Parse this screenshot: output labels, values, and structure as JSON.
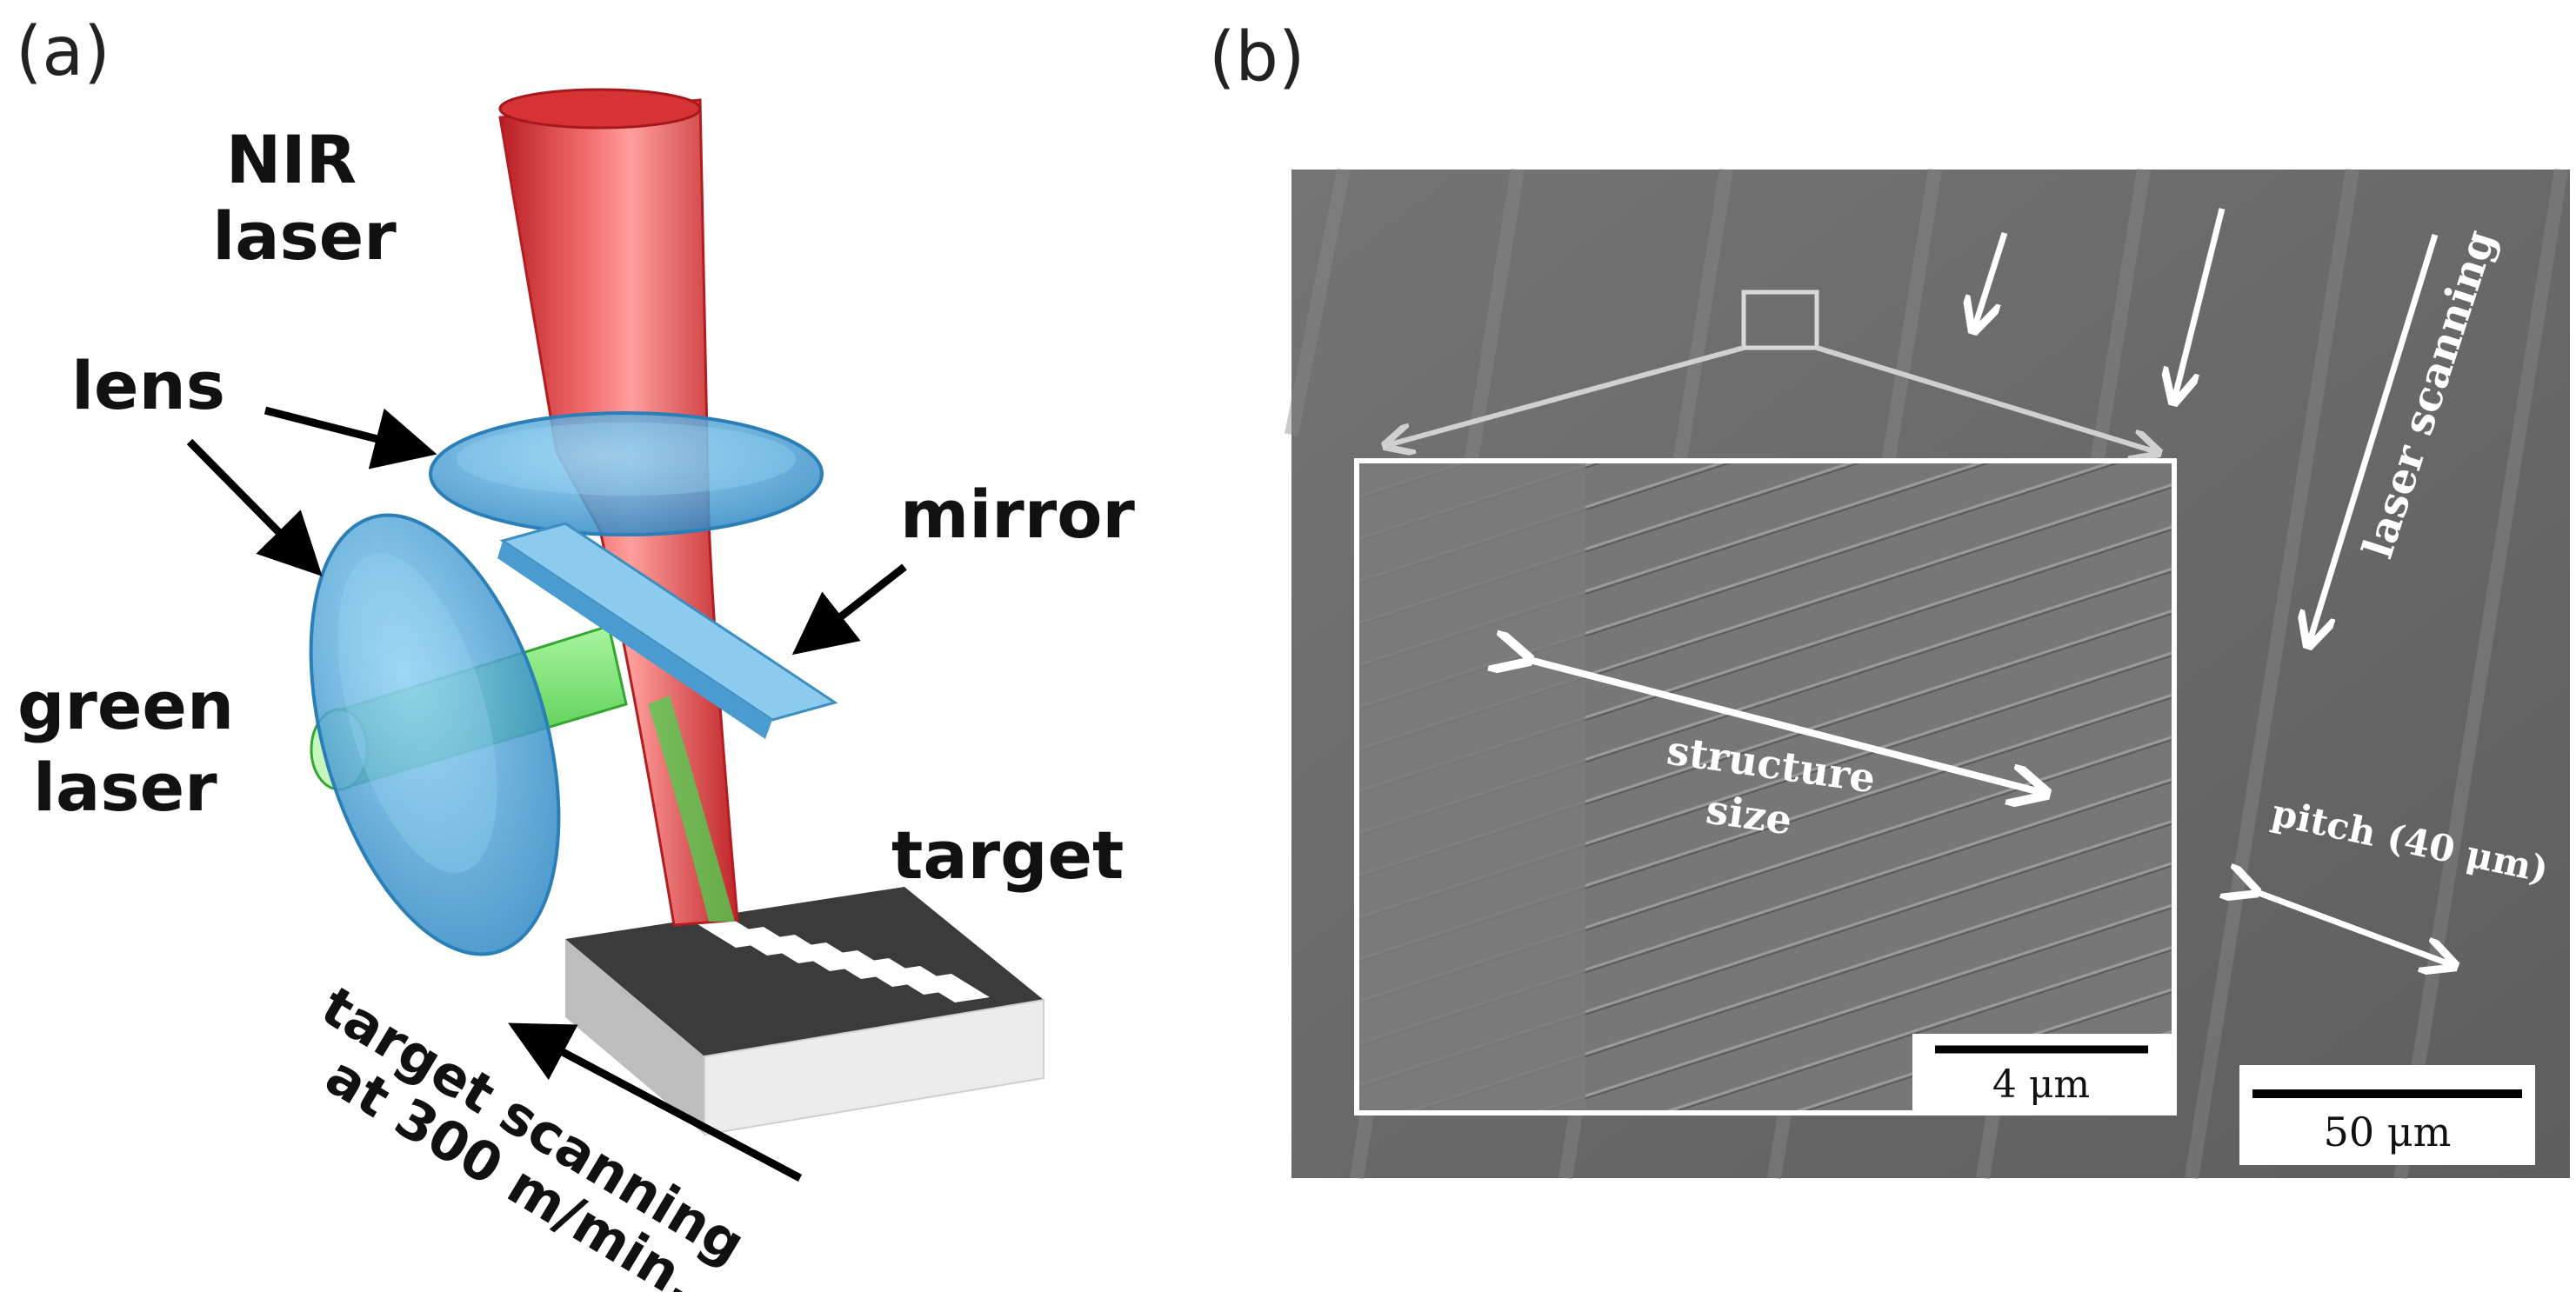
{
  "panel_a": {
    "label": "(a)",
    "nir_laser": [
      "NIR",
      "laser"
    ],
    "lens": "lens",
    "mirror": "mirror",
    "green_laser": [
      "green",
      "laser"
    ],
    "target": "target",
    "scanning": [
      "target scanning",
      "at 300 m/min."
    ],
    "colors": {
      "nir_beam": "#e8383a",
      "green_beam": "#5fd85a",
      "lens": "#3f9fd4",
      "mirror": "#7cc3e8",
      "target_top": "#3a3a3a"
    }
  },
  "panel_b": {
    "label": "(b)",
    "laser_scanning": "laser scanning",
    "structure_size": [
      "structure",
      "size"
    ],
    "pitch": "pitch (40 μm)",
    "inset_scale": "4 μm",
    "main_scale": "50 μm",
    "colors": {
      "sem_background": "#6b6b6b",
      "inset_background": "#7a7a7a",
      "annotation": "#ffffff"
    }
  }
}
